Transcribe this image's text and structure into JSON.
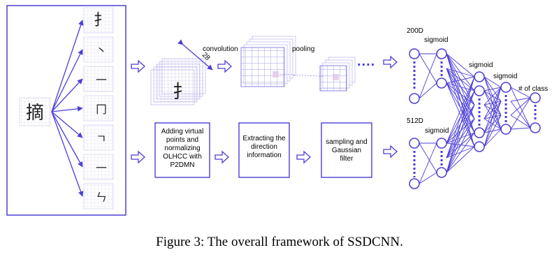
{
  "input": {
    "character": "摘"
  },
  "strokes": [
    "扌",
    "丶",
    "一",
    "冂",
    "ㄱ",
    "一",
    "ㄣ"
  ],
  "top_branch": {
    "convolution_label": "convolution",
    "kernel_label": "28",
    "pooling_label": "pooling",
    "ellipsis": "....",
    "preview_char": "扌"
  },
  "bottom_branch": {
    "boxes": [
      "Adding virtual points and normalizing OLHCC  with P2DMN",
      "Extracting the direction information",
      "sampling and Gaussian filter"
    ],
    "box_lines": [
      [
        "Adding virtual",
        "points and",
        "normalizing",
        "OLHCC  with",
        "P2DMN"
      ],
      [
        "Extracting the",
        "direction",
        "information"
      ],
      [
        "sampling and",
        "Gaussian",
        "filter"
      ]
    ]
  },
  "network": {
    "top_dim": "200D",
    "bottom_dim": "512D",
    "sigmoid": "sigmoid",
    "output_label": "# of class"
  },
  "caption": "Figure 3: The overall framework of SSDCNN.",
  "colors": {
    "accent": "#4B3FD6",
    "grid": "#C9C5EE",
    "frame": "#5048D8"
  }
}
